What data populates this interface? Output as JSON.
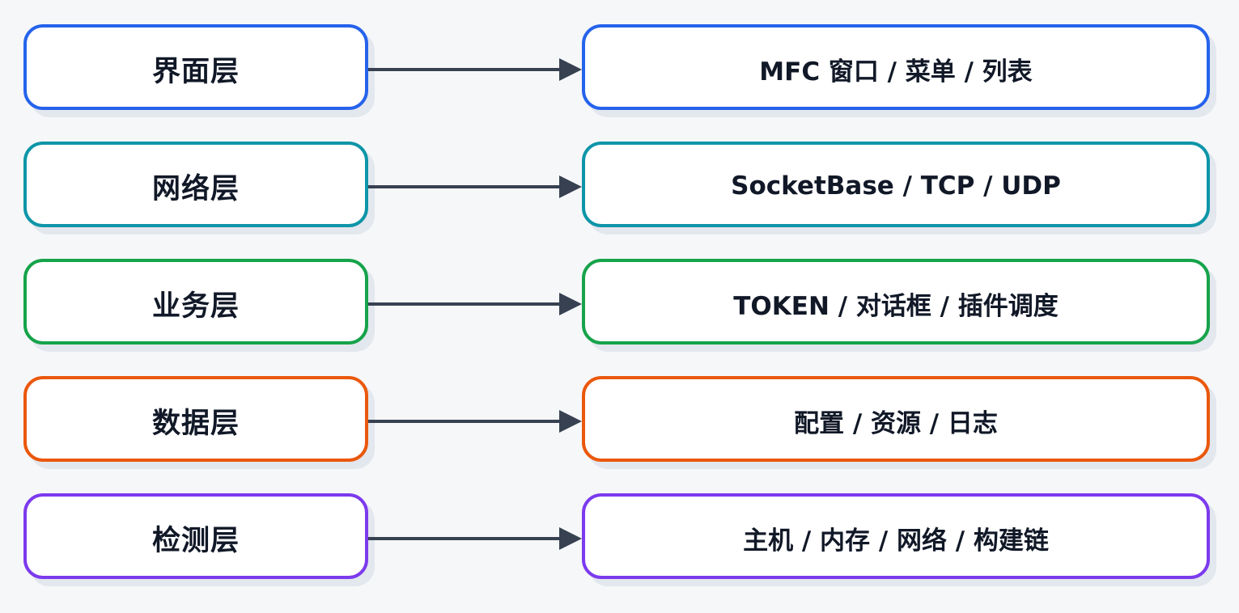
{
  "layers": [
    {
      "name": "界面层",
      "detail": "MFC 窗口 / 菜单 / 列表",
      "color": "#2563eb"
    },
    {
      "name": "网络层",
      "detail": "SocketBase / TCP / UDP",
      "color": "#0e95a8"
    },
    {
      "name": "业务层",
      "detail": "TOKEN / 对话框 / 插件调度",
      "color": "#16a34a"
    },
    {
      "name": "数据层",
      "detail": "配置 / 资源 / 日志",
      "color": "#ea580c"
    },
    {
      "name": "检测层",
      "detail": "主机 / 内存 / 网络 / 构建链",
      "color": "#7c3aed"
    }
  ],
  "arrow_color": "#374151"
}
